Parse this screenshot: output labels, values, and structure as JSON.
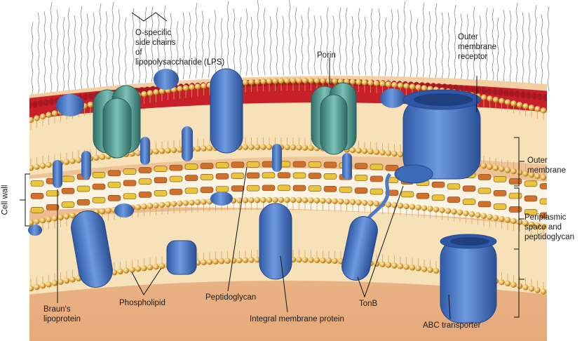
{
  "labels": {
    "lps": [
      "O-specific",
      "side chains",
      "of",
      "lipopolysaccharide (LPS)"
    ],
    "porin": "Porin",
    "outer_receptor": [
      "Outer",
      "membrane",
      "receptor"
    ],
    "outer_membrane": [
      "Outer",
      "membrane"
    ],
    "periplasmic": [
      "Periplasmic",
      "space and",
      "peptidoglycan"
    ],
    "cell_wall": "Cell wall",
    "brauns": [
      "Braun's",
      "lipoprotein"
    ],
    "phospholipid": "Phospholipid",
    "peptidoglycan": "Peptidoglycan",
    "integral": "Integral membrane protein",
    "tonb": "TonB",
    "abc": "ABC transporter"
  },
  "colors": {
    "lps_red": "#c8202a",
    "lipid_head": "#e7b24a",
    "lipid_tail": "#f3d9a4",
    "periplasm": "#eec18f",
    "protein_blue": "#4f79c4",
    "porin_teal": "#4f9990",
    "pg_orange": "#d2702b",
    "pg_yellow": "#e9c53a"
  }
}
